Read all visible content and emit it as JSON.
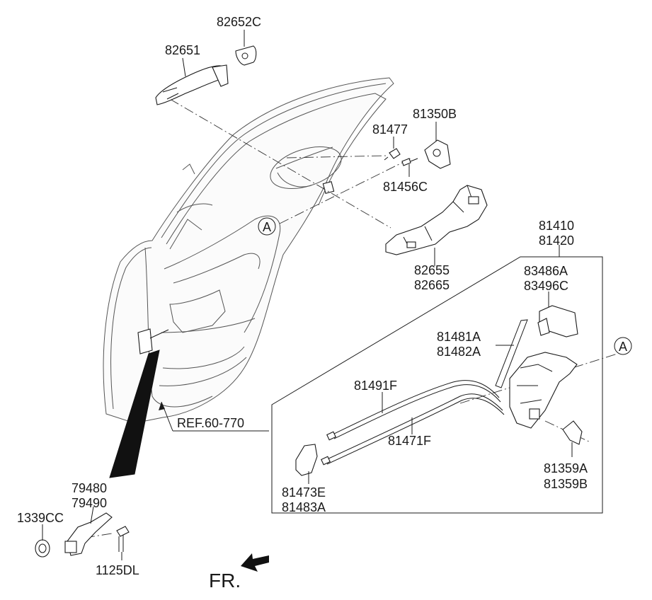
{
  "labels": {
    "p82652c": "82652C",
    "p82651": "82651",
    "p81350b": "81350B",
    "p81477": "81477",
    "p81456c": "81456C",
    "p81410": "81410",
    "p81420": "81420",
    "p82655": "82655",
    "p82665": "82665",
    "p83486a": "83486A",
    "p83496c": "83496C",
    "p81481a": "81481A",
    "p81482a": "81482A",
    "p81491f": "81491F",
    "p81471f": "81471F",
    "p81359a": "81359A",
    "p81359b": "81359B",
    "p81473e": "81473E",
    "p81483a": "81483A",
    "p79480": "79480",
    "p79490": "79490",
    "p1339cc": "1339CC",
    "p1125dl": "1125DL",
    "ref": "REF.60-770",
    "fr": "FR.",
    "callout_a": "A"
  }
}
